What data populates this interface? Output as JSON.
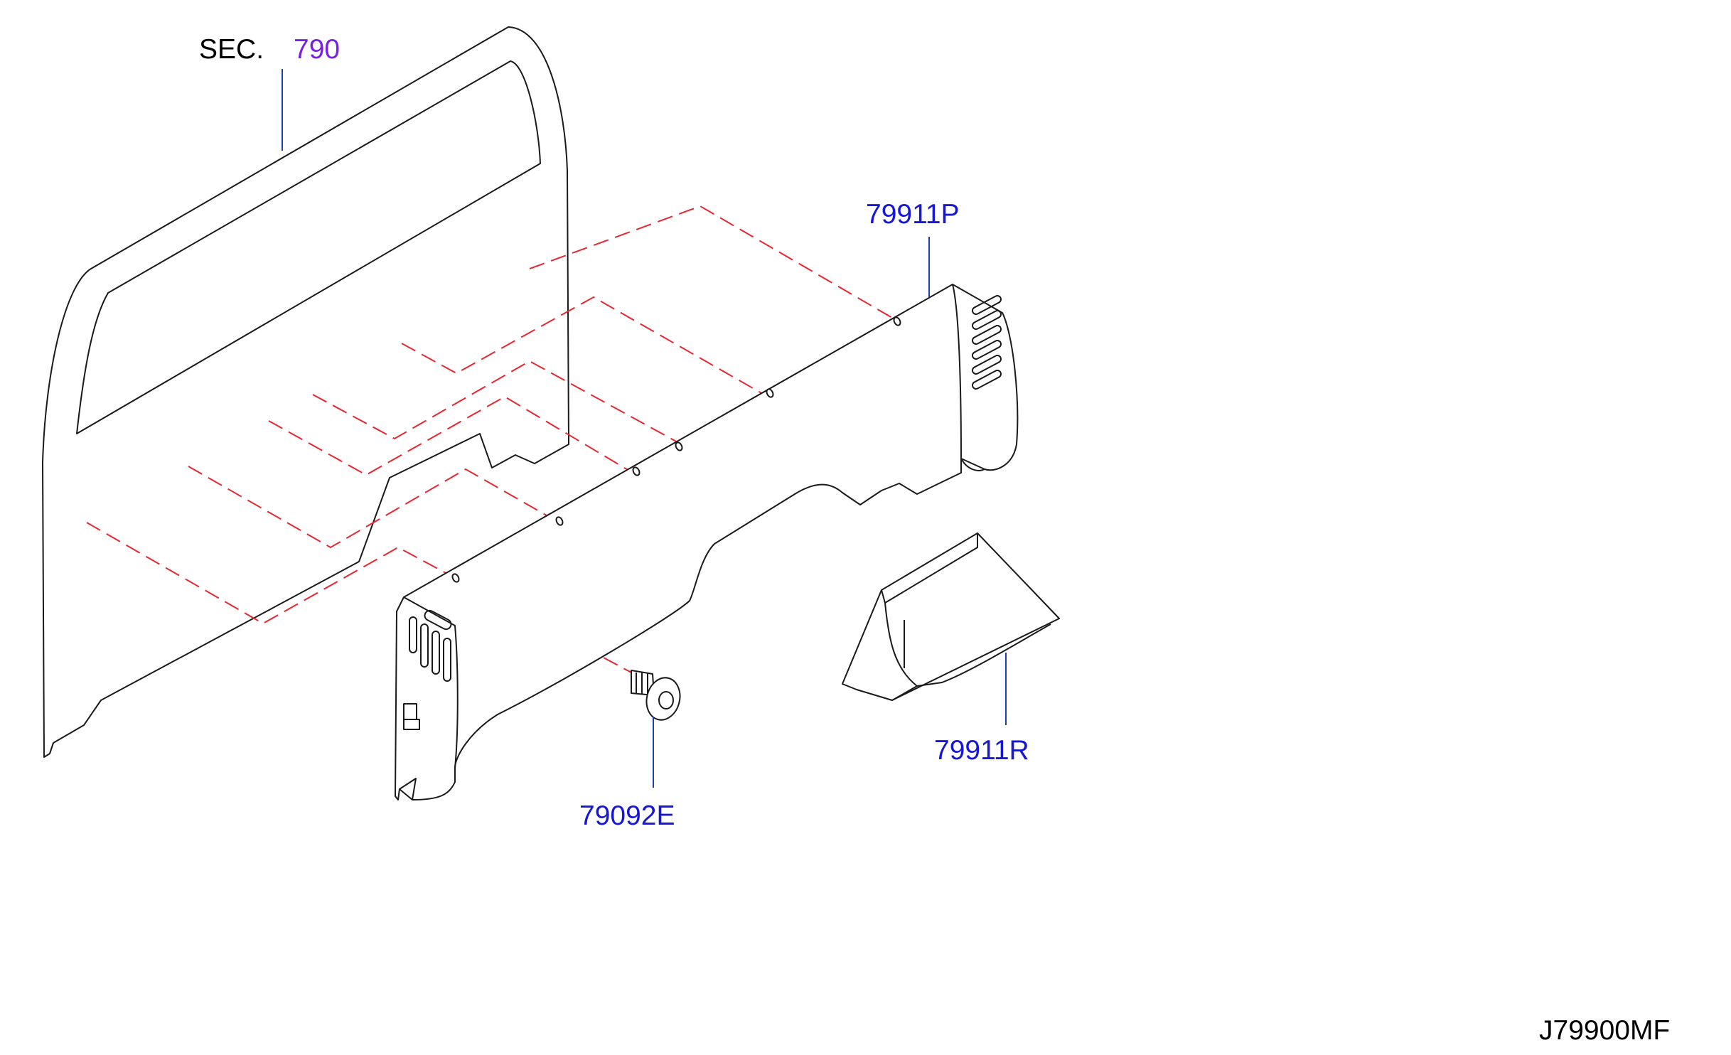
{
  "labels": {
    "sec_prefix": "SEC.",
    "sec_number": "790",
    "part_upper_trim": "79911P",
    "part_side_trim": "79911R",
    "part_clip": "79092E",
    "diagram_code": "J79900MF"
  },
  "colors": {
    "part_number": "#1616d8",
    "section_reference": "#7a1fe6",
    "text": "#000000",
    "assembly_dash": "#e8262f",
    "leader_line": "#1f3fb0",
    "outline": "#1a1a1a"
  }
}
